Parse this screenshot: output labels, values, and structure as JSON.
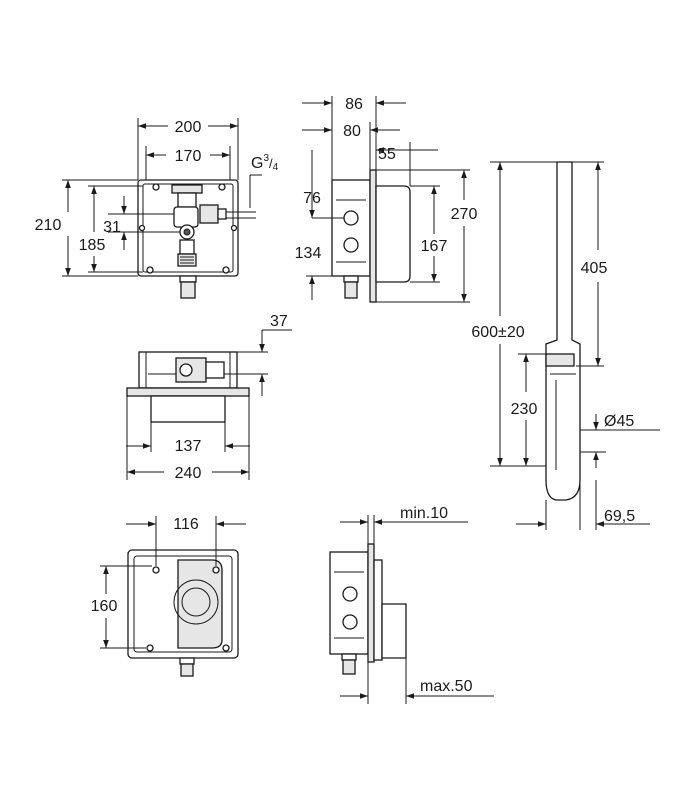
{
  "dimensions": {
    "front_width_outer": "200",
    "front_width_inner": "170",
    "thread": "G",
    "thread_sup": "3",
    "thread_sub": "4",
    "front_height_outer": "210",
    "front_height_inner": "185",
    "front_offset": "31",
    "side_depth_total": "86",
    "side_depth_box": "80",
    "side_flange": "55",
    "side_top_offset": "76",
    "side_bottom_offset": "134",
    "side_height_total": "270",
    "side_height_inner": "167",
    "pipe_total_length": "600±20",
    "pipe_upper_length": "405",
    "pipe_lower_length": "230",
    "pipe_diameter": "Ø45",
    "pipe_offset": "69,5",
    "top_view_depth": "37",
    "top_view_inner_width": "137",
    "top_view_outer_width": "240",
    "rear_width": "116",
    "rear_height": "160",
    "wall_min": "min.10",
    "wall_max": "max.50"
  }
}
